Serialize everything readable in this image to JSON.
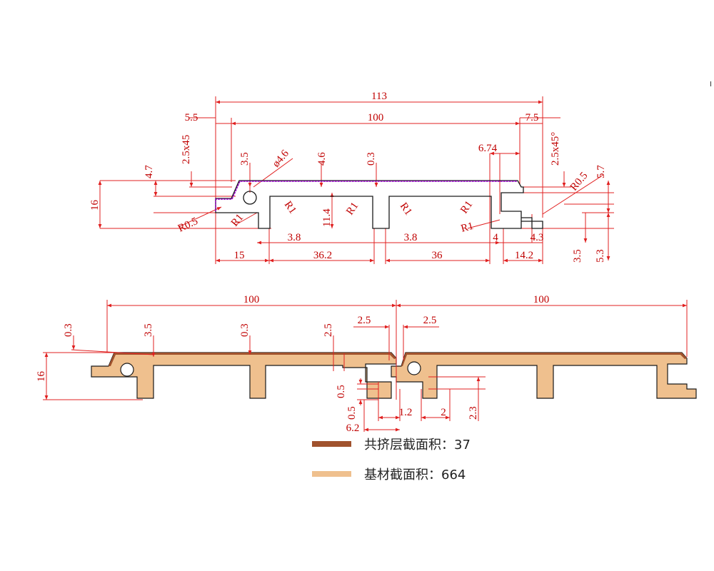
{
  "colors": {
    "dimension": "#e02020",
    "outline": "#1a1a1a",
    "coextrusion": "#a0522d",
    "substrate": "#efc08e",
    "cap_line": "#9900cc"
  },
  "top_drawing": {
    "overall_width": "113",
    "inner_width": "100",
    "left_offset": "5.5",
    "right_offset": "7.5",
    "chamfer_left": "2.5x45",
    "chamfer_right": "2.5x45°",
    "h_4_7": "4.7",
    "h_3_5": "3.5",
    "hole_dia": "ø4.6",
    "h_4_6": "4.6",
    "h_0_3": "0.3",
    "w_6_74": "6.74",
    "r_0_5_right": "R0.5",
    "h_5_7": "5.7",
    "height_16": "16",
    "r_0_5_left": "R0.5",
    "r1_a": "R1",
    "r1_b": "R1",
    "r1_c": "R1",
    "r1_d": "R1",
    "r1_e": "R1",
    "r1_f": "R1",
    "h_11_4": "11.4",
    "slot_left": "3.8",
    "slot_right": "3.8",
    "w_4": "4",
    "w_4_3": "4.3",
    "bottom_15": "15",
    "bottom_36_2": "36.2",
    "bottom_36": "36",
    "bottom_14_2": "14.2",
    "v_3_5": "3.5",
    "v_5_3": "5.3"
  },
  "bottom_drawing": {
    "width_left": "100",
    "width_right": "100",
    "h_0_3_a": "0.3",
    "h_3_5": "3.5",
    "h_0_3_b": "0.3",
    "h_2_5": "2.5",
    "gap_2_5_left": "2.5",
    "gap_2_5_right": "2.5",
    "height_16": "16",
    "v_0_5_a": "0.5",
    "v_0_5_b": "0.5",
    "w_1_2": "1.2",
    "w_2": "2",
    "v_2_3": "2.3",
    "w_6_2": "6.2"
  },
  "legend": [
    {
      "label": "共挤层截面积：37",
      "color": "#a0522d"
    },
    {
      "label": "基材截面积：664",
      "color": "#efc08e"
    }
  ]
}
